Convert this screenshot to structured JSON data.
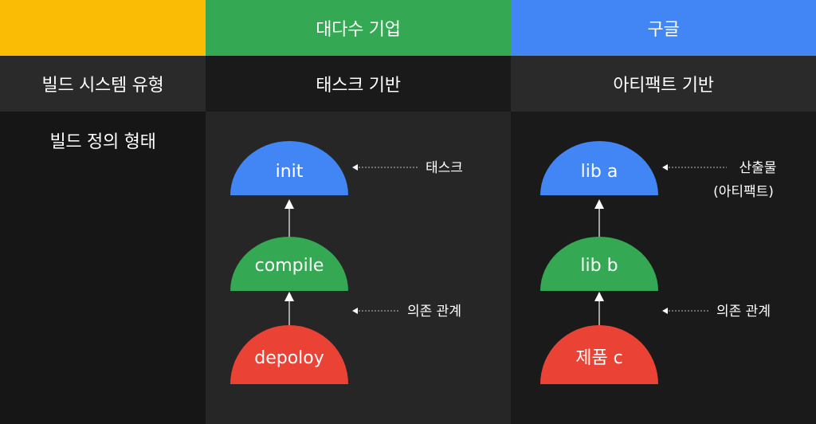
{
  "header": {
    "corner": "",
    "col1": "대다수 기업",
    "col2": "구글"
  },
  "row_build_system": {
    "label": "빌드 시스템 유형",
    "col1": "태스크 기반",
    "col2": "아티팩트 기반"
  },
  "row_build_definition": {
    "label": "빌드 정의 형태"
  },
  "task_diagram": {
    "nodes": [
      "init",
      "compile",
      "depoloy"
    ],
    "annotation_top": "태스크",
    "annotation_bottom": "의존 관계"
  },
  "artifact_diagram": {
    "nodes": [
      "lib a",
      "lib b",
      "제품 c"
    ],
    "annotation_top_line1": "산출물",
    "annotation_top_line2": "(아티팩트)",
    "annotation_bottom": "의존 관계"
  },
  "colors": {
    "yellow": "#fbbc05",
    "green": "#34a853",
    "blue": "#4285f4",
    "red": "#ea4335"
  }
}
